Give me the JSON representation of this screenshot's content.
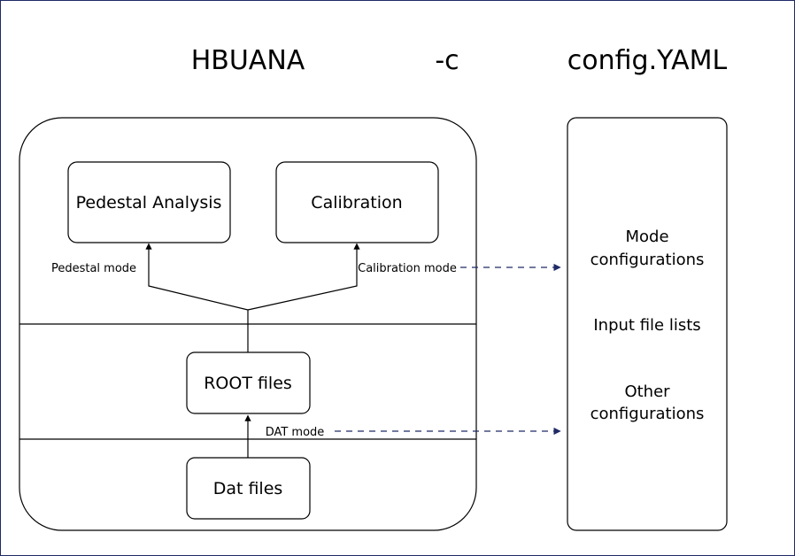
{
  "header": {
    "program": "HBUANA",
    "flag": "-c",
    "config_file": "config.YAML"
  },
  "boxes": {
    "pedestal_analysis": "Pedestal Analysis",
    "calibration": "Calibration",
    "root_files": "ROOT files",
    "dat_files": "Dat files"
  },
  "edge_labels": {
    "pedestal_mode": "Pedestal mode",
    "calibration_mode": "Calibration mode",
    "dat_mode": "DAT mode"
  },
  "config_panel": {
    "mode_line1": "Mode",
    "mode_line2": "configurations",
    "input_lists": "Input file lists",
    "other_line1": "Other",
    "other_line2": "configurations"
  },
  "colors": {
    "frame_border": "#1f2a66",
    "arrow_dashed": "#1f2a66",
    "stroke": "#000000"
  }
}
